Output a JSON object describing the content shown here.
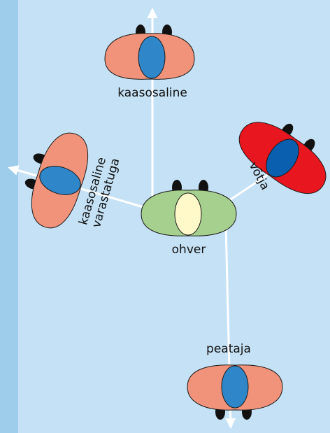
{
  "colors": {
    "background": "#c5e1f5",
    "sidebar": "#9dcdeb",
    "arrow": "#ffffff",
    "victim_body": "#a6d08e",
    "victim_head": "#fff8c8",
    "player_body": "#f0937a",
    "player_head": "#2f86c8",
    "tackler_body": "#e8161e",
    "tackler_head": "#0a5fae",
    "foot": "#111111",
    "outline": "#1a1a1a"
  },
  "labels": {
    "victim": "ohver",
    "top": "kaasosaline",
    "left": "kaasosaline varastatuga",
    "right": "võtja",
    "bottom": "peataja"
  }
}
